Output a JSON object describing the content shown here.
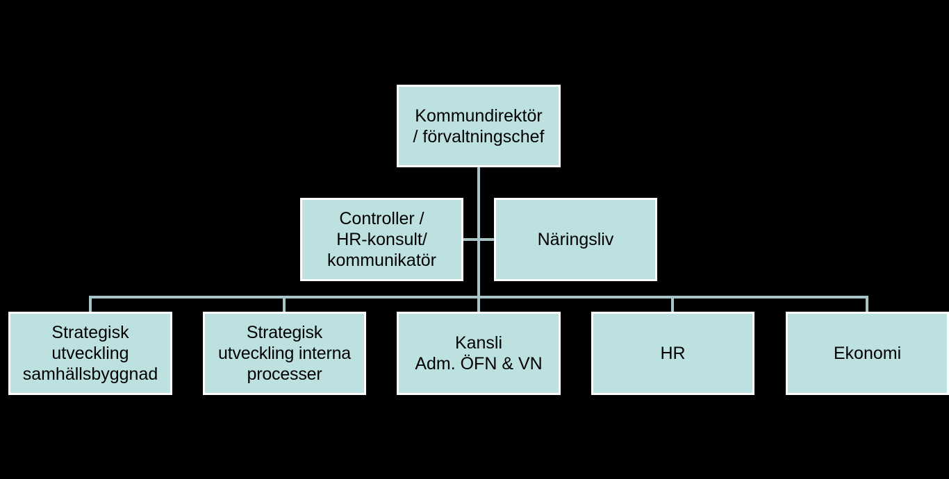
{
  "colors": {
    "background": "#000000",
    "node_fill": "#bde0e1",
    "node_border": "#ffffff",
    "connector": "#a9c4c7",
    "text": "#000000"
  },
  "root": {
    "label": "Kommundirektör\n/ förvaltningschef"
  },
  "assistants": [
    {
      "label": "Controller /\nHR-konsult/\nkommunikatör"
    },
    {
      "label": "Näringsliv"
    }
  ],
  "children": [
    {
      "label": "Strategisk\nutveckling\nsamhällsbyggnad"
    },
    {
      "label": "Strategisk\nutveckling interna\nprocesser"
    },
    {
      "label": "Kansli\nAdm. ÖFN & VN"
    },
    {
      "label": "HR"
    },
    {
      "label": "Ekonomi"
    }
  ]
}
